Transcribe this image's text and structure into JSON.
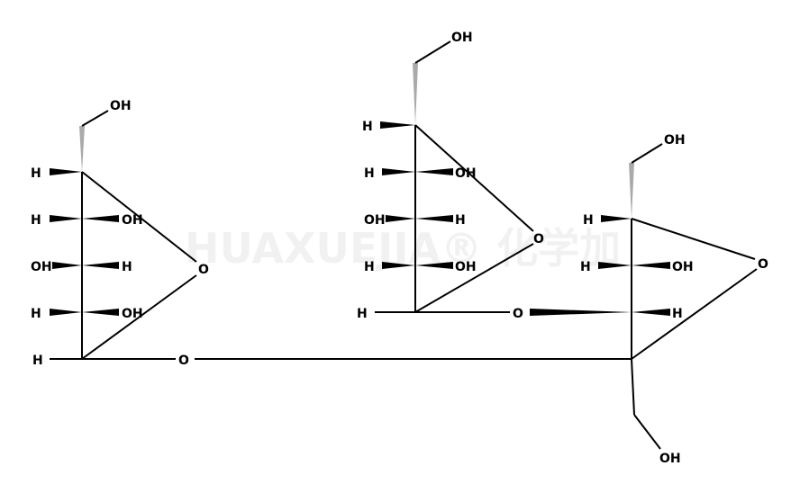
{
  "title": "trisaccharide structure",
  "watermark": "HUAXUEJIA® 化学加",
  "colors": {
    "bond": "#000000",
    "hashed_up_wedge": "#aaaaaa"
  },
  "labels": [
    "OH",
    "H",
    "H",
    "OH",
    "OH",
    "H",
    "H",
    "OH",
    "H",
    "O",
    "O",
    "OH",
    "H",
    "H",
    "OH",
    "OH",
    "H",
    "H",
    "OH",
    "H",
    "O",
    "O",
    "OH",
    "H",
    "H",
    "OH",
    "H",
    "O",
    "OH"
  ]
}
